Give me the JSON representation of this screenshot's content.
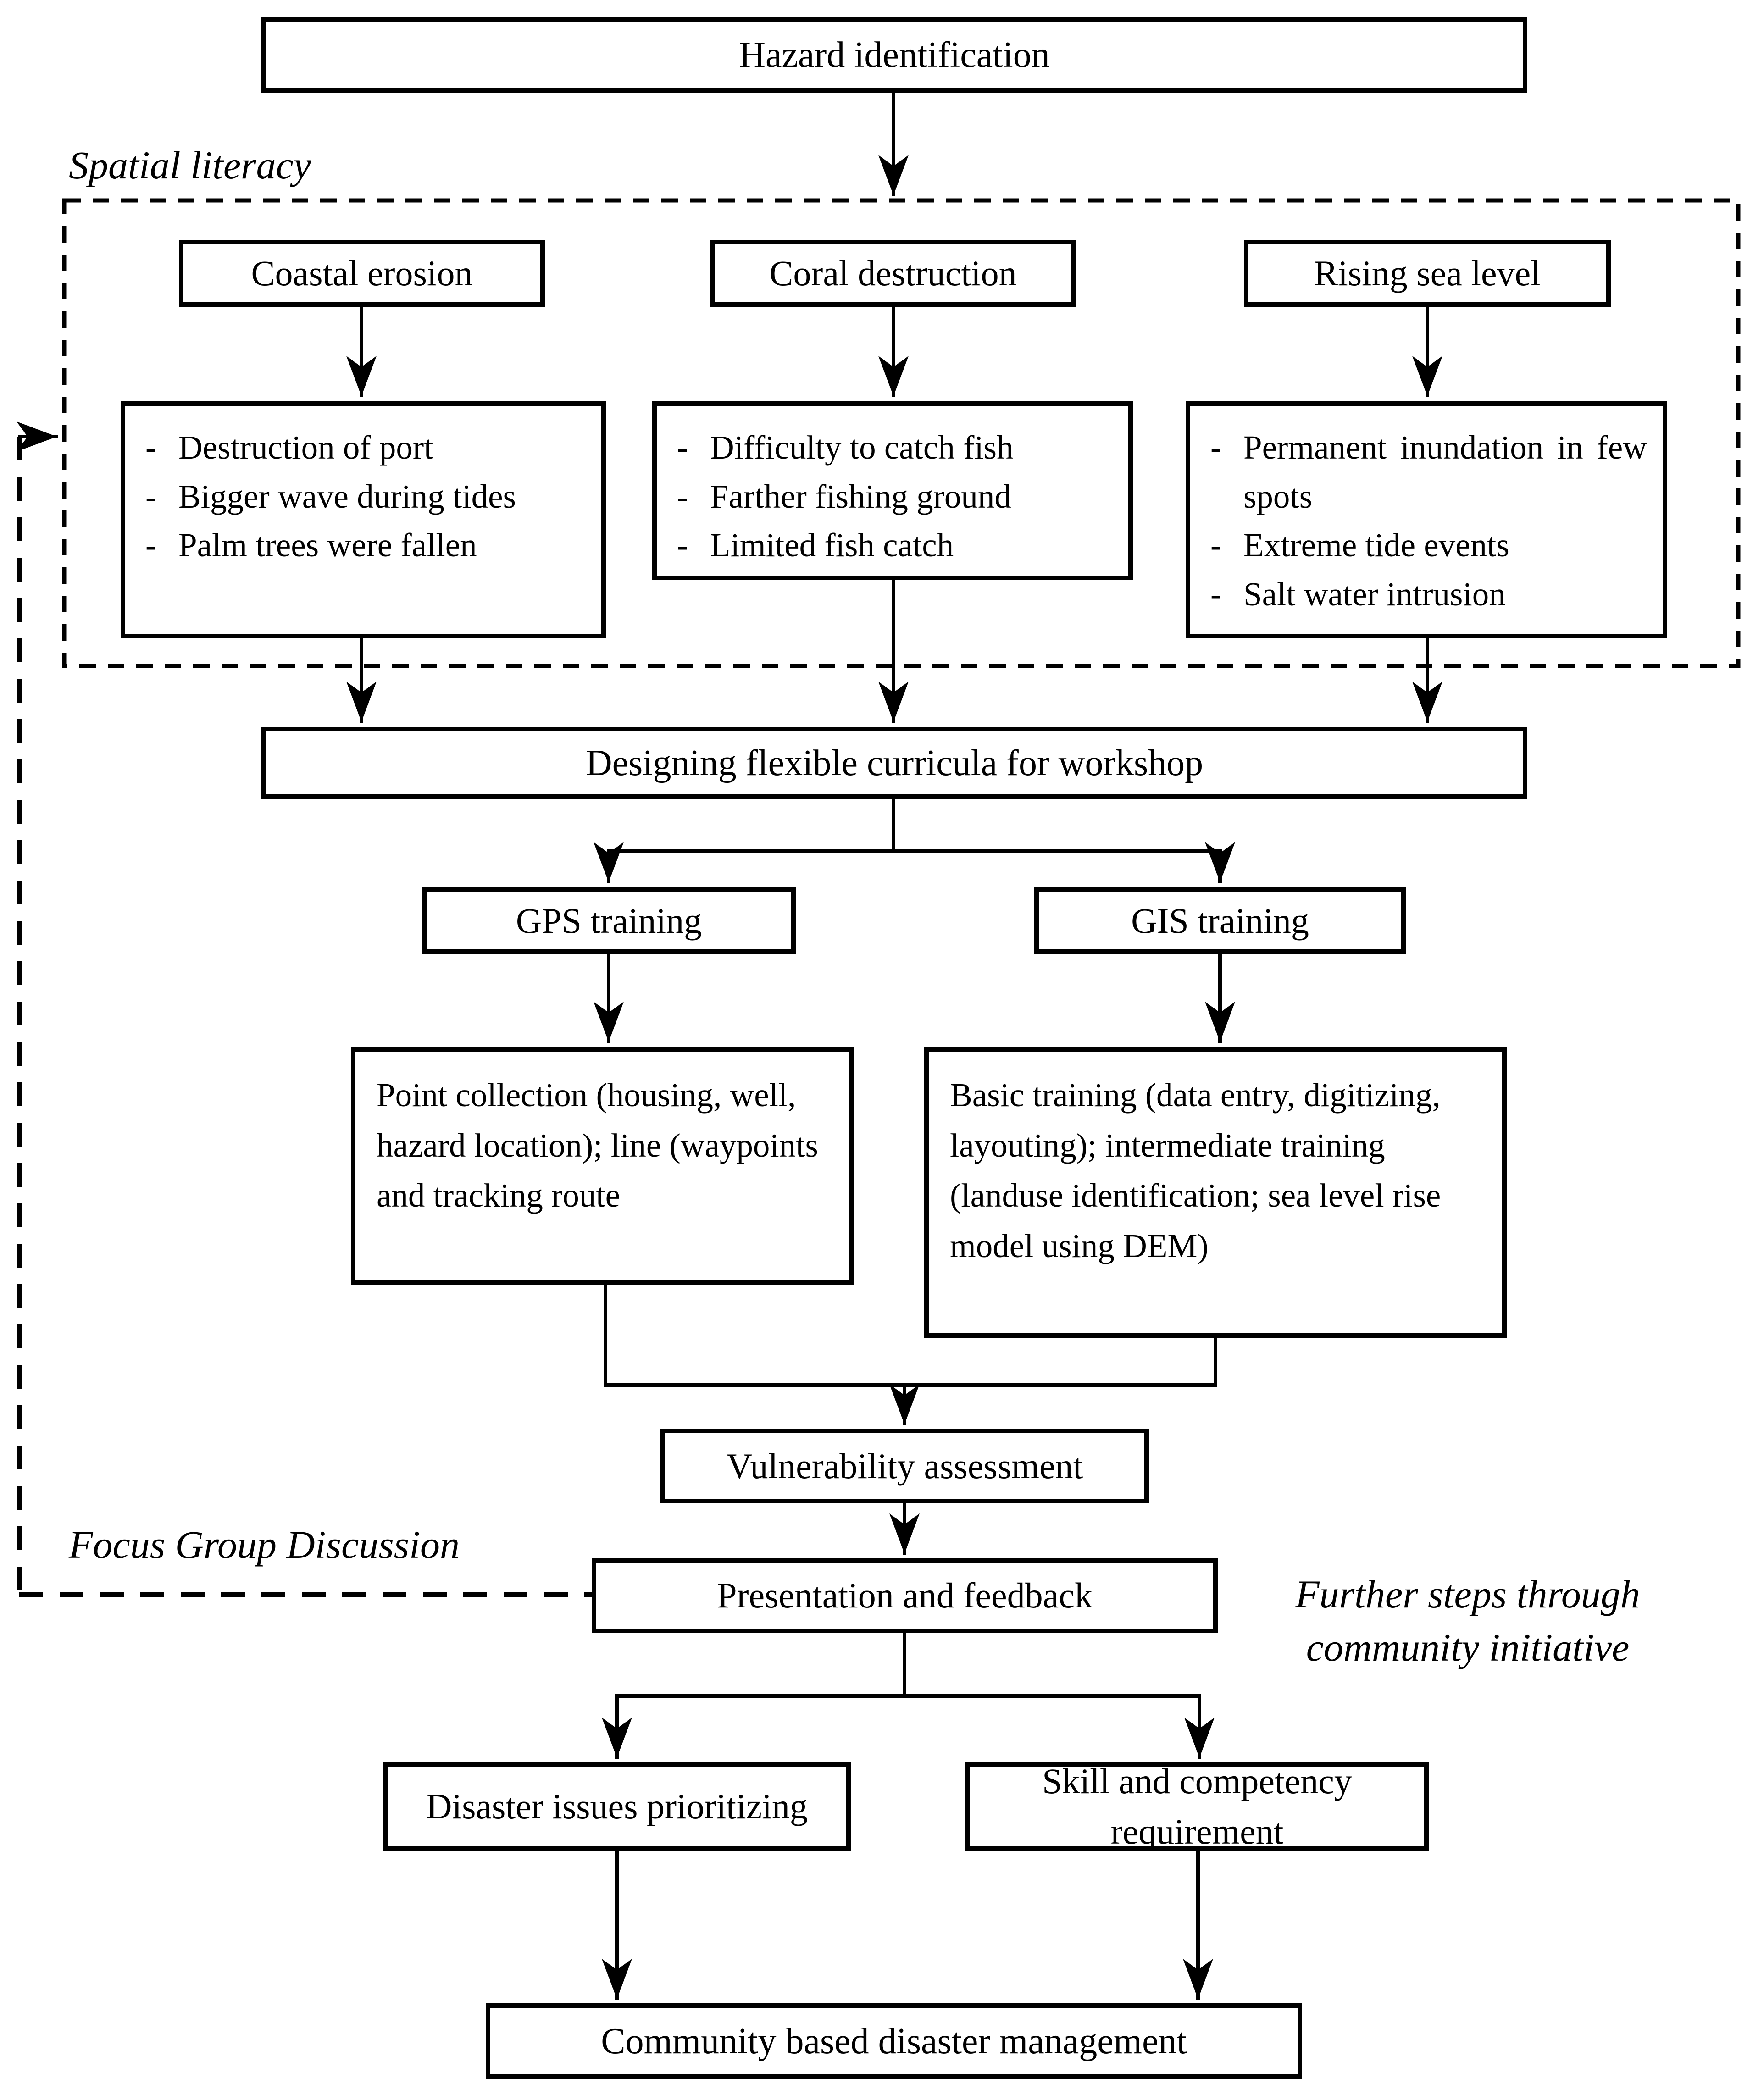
{
  "bullet": "-",
  "colors": {
    "ink": "#000000",
    "background": "#ffffff"
  },
  "nodes": {
    "hazard": {
      "label": "Hazard identification"
    },
    "spatial_literacy": {
      "label": "Spatial literacy"
    },
    "coastal_erosion": {
      "label": "Coastal erosion",
      "impacts": [
        "Destruction of port",
        "Bigger wave during tides",
        "Palm trees were fallen"
      ]
    },
    "coral_destruction": {
      "label": "Coral destruction",
      "impacts": [
        "Difficulty to catch fish",
        "Farther fishing ground",
        "Limited fish catch"
      ]
    },
    "rising_sea_level": {
      "label": "Rising sea level",
      "impacts": [
        "Permanent inundation in few spots",
        "Extreme tide events",
        "Salt water intrusion"
      ]
    },
    "designing": {
      "label": "Designing flexible curricula for workshop"
    },
    "gps_training": {
      "label": "GPS training",
      "detail": "Point collection (housing, well, hazard location); line (waypoints and tracking route"
    },
    "gis_training": {
      "label": "GIS training",
      "detail": "Basic training (data entry, digitizing, layouting); intermediate training (landuse identification; sea level rise model using DEM)"
    },
    "vulnerability": {
      "label": "Vulnerability assessment"
    },
    "focus_group_discussion": {
      "label": "Focus Group Discussion"
    },
    "presentation": {
      "label": "Presentation and feedback"
    },
    "further_steps": {
      "label": "Further steps through community initiative"
    },
    "disaster_issues": {
      "label": "Disaster issues prioritizing"
    },
    "skill_competency": {
      "label": "Skill and competency requirement"
    },
    "community_management": {
      "label": "Community based disaster management"
    }
  }
}
